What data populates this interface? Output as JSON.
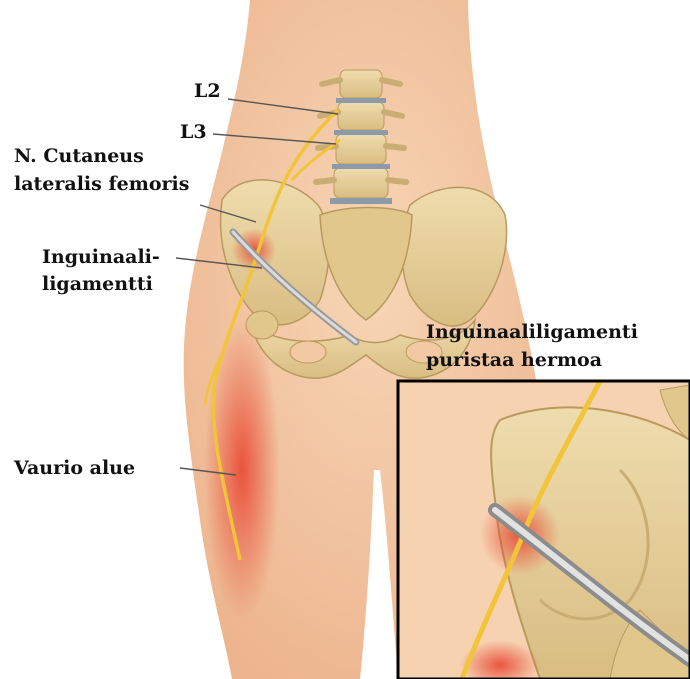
{
  "labels": {
    "l2": "L2",
    "l3": "L3",
    "nerve_line1": "N. Cutaneus",
    "nerve_line2": "lateralis femoris",
    "ligament_line1": "Inguinaali-",
    "ligament_line2": "ligamentti",
    "damage": "Vaurio alue",
    "inset_line1": "Inguinaaliligamenti",
    "inset_line2": "puristaa hermoa"
  },
  "colors": {
    "skin": "#f3c9a3",
    "bone": "#e6cf9a",
    "nerve": "#f2c43a",
    "ligament": "#a7a7a7",
    "inflammation": "#e8402c",
    "disc": "#8d9aa8"
  }
}
